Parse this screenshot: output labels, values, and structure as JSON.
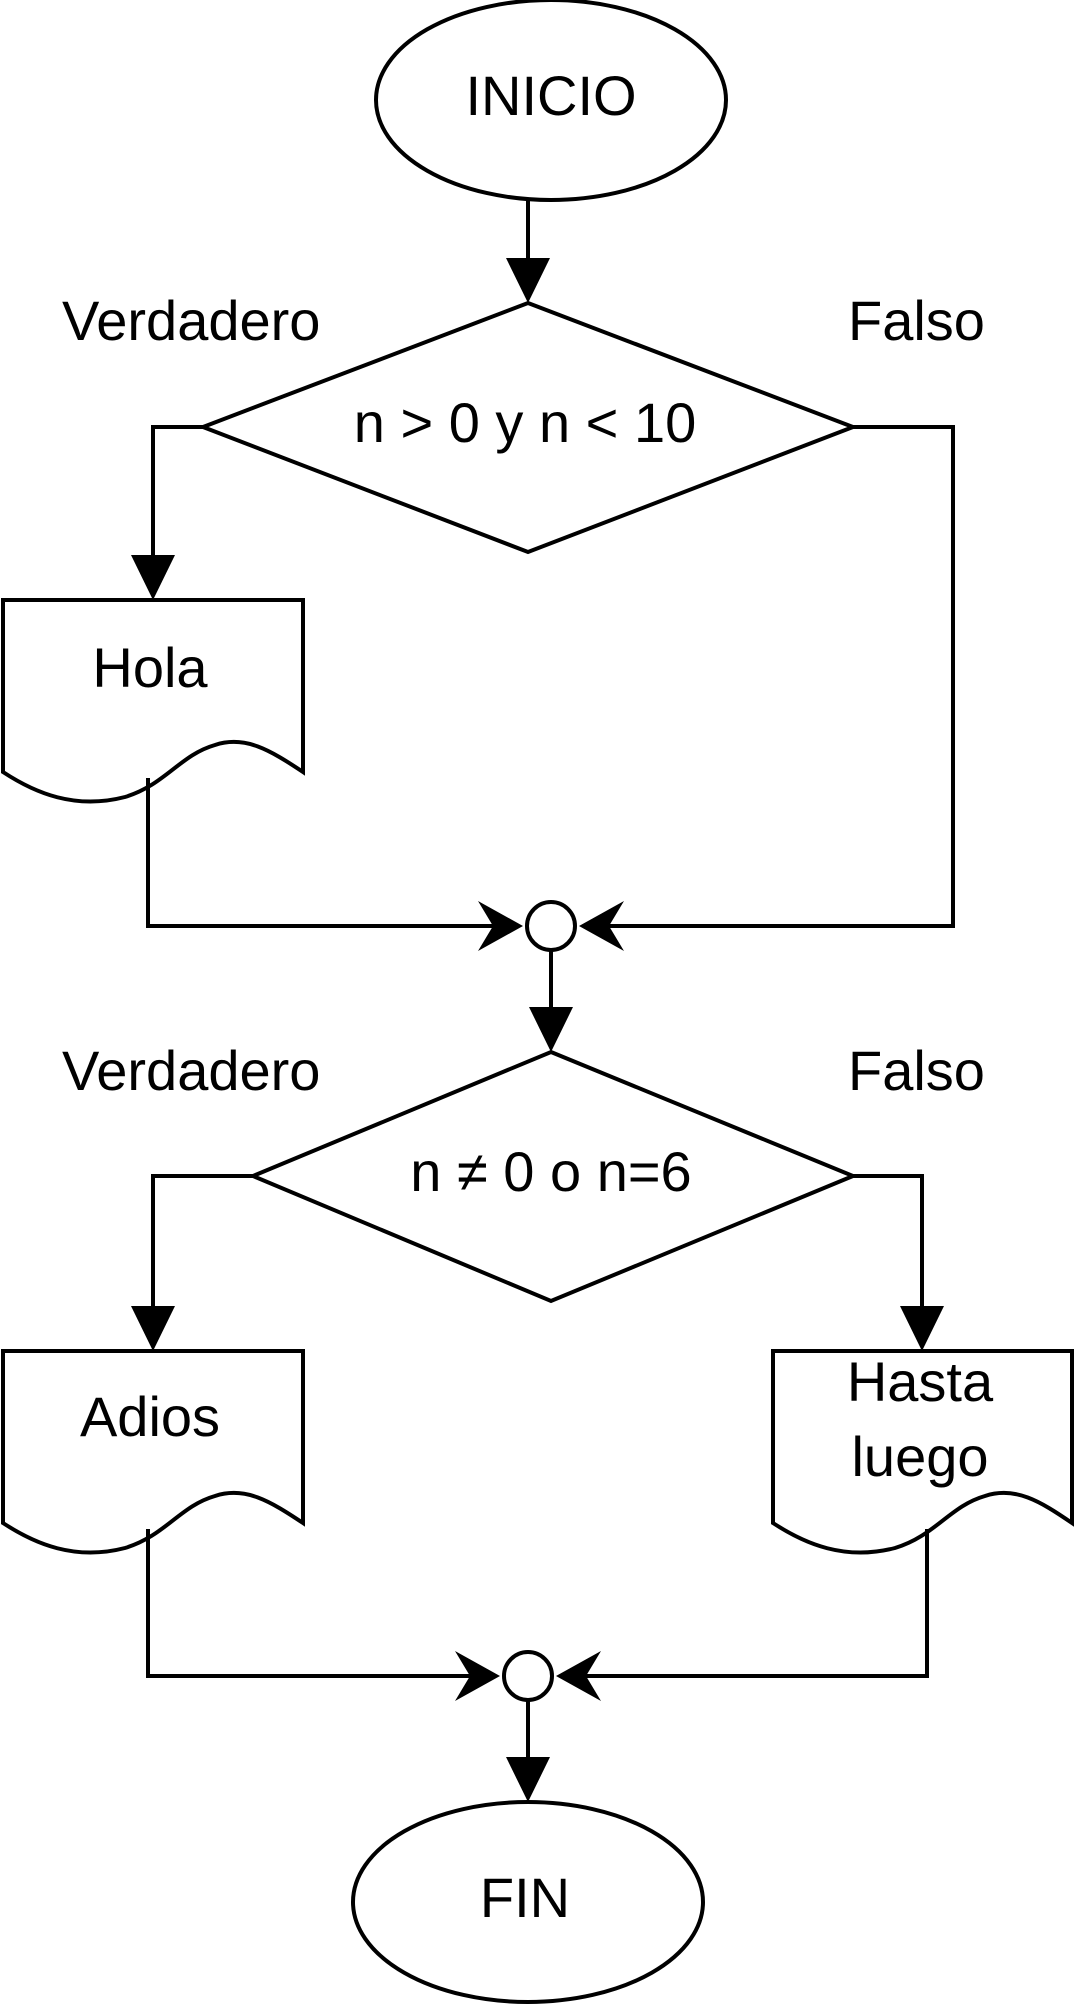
{
  "diagram": {
    "start_label": "INICIO",
    "end_label": "FIN",
    "decision1": {
      "condition": "n > 0 y n < 10",
      "true_label": "Verdadero",
      "false_label": "Falso",
      "true_output": "Hola"
    },
    "decision2": {
      "condition": "n ≠ 0 o n=6",
      "true_label": "Verdadero",
      "false_label": "Falso",
      "true_output": "Adios",
      "false_output_line1": "Hasta",
      "false_output_line2": "luego"
    }
  }
}
